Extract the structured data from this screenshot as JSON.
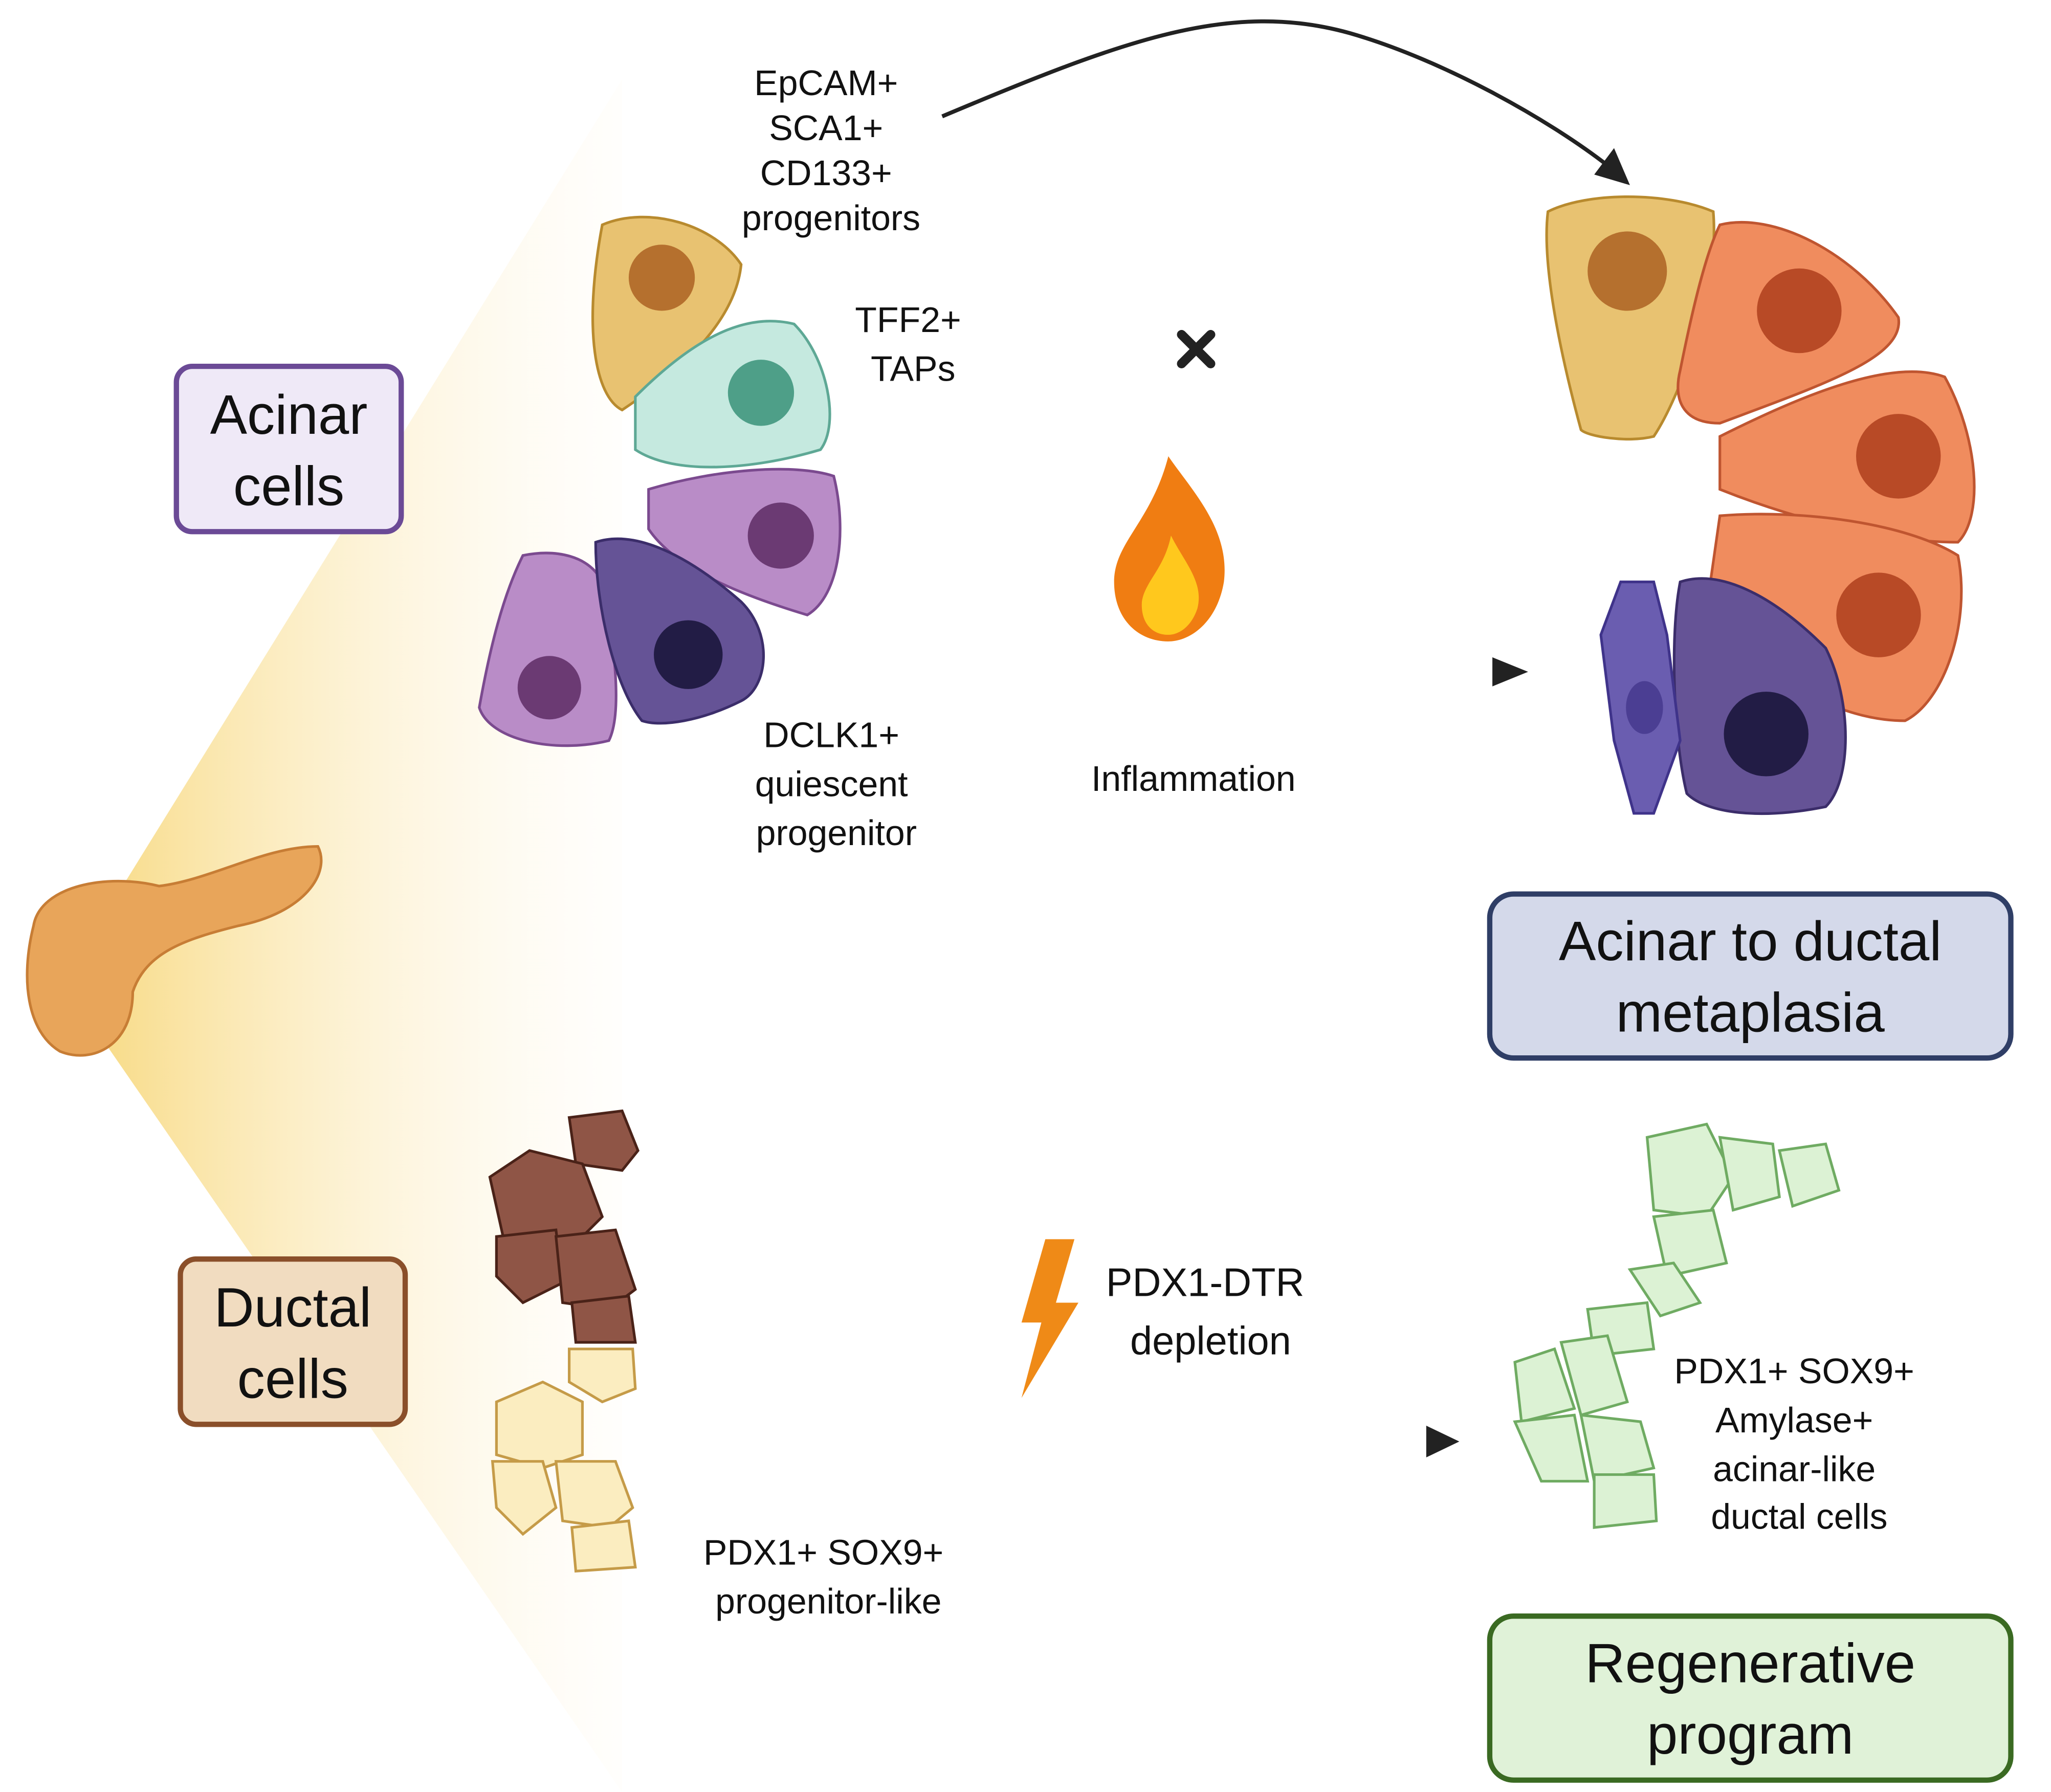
{
  "boxes": {
    "acinar": {
      "lines": [
        "Acinar",
        "cells"
      ],
      "border": "#6b4a96",
      "fill": "#efe9f7"
    },
    "ductal": {
      "lines": [
        "Ductal",
        "cells"
      ],
      "border": "#8a4f2a",
      "fill": "#f1dcc0"
    },
    "adm": {
      "lines": [
        "Acinar to ductal",
        "metaplasia"
      ],
      "border": "#2f3e66",
      "fill": "#d4d9ea"
    },
    "regen": {
      "lines": [
        "Regenerative",
        "program"
      ],
      "border": "#3a6a22",
      "fill": "#e0f2d8"
    }
  },
  "labels": {
    "epcam": [
      "EpCAM+",
      "SCA1+",
      "CD133+",
      "progenitors"
    ],
    "tff2": [
      "TFF2+",
      "TAPs"
    ],
    "dclk1": [
      "DCLK1+",
      "quiescent",
      "progenitor"
    ],
    "inflammation": "Inflammation",
    "pdx1dtr": [
      "PDX1-DTR",
      "depletion"
    ],
    "progenitor_like": [
      "PDX1+ SOX9+",
      "progenitor-like"
    ],
    "acinar_like": [
      "PDX1+ SOX9+",
      "Amylase+",
      "acinar-like",
      "ductal cells"
    ]
  },
  "icons": [
    "pancreas-icon",
    "flame-icon",
    "lightning-icon",
    "block-x-icon"
  ]
}
